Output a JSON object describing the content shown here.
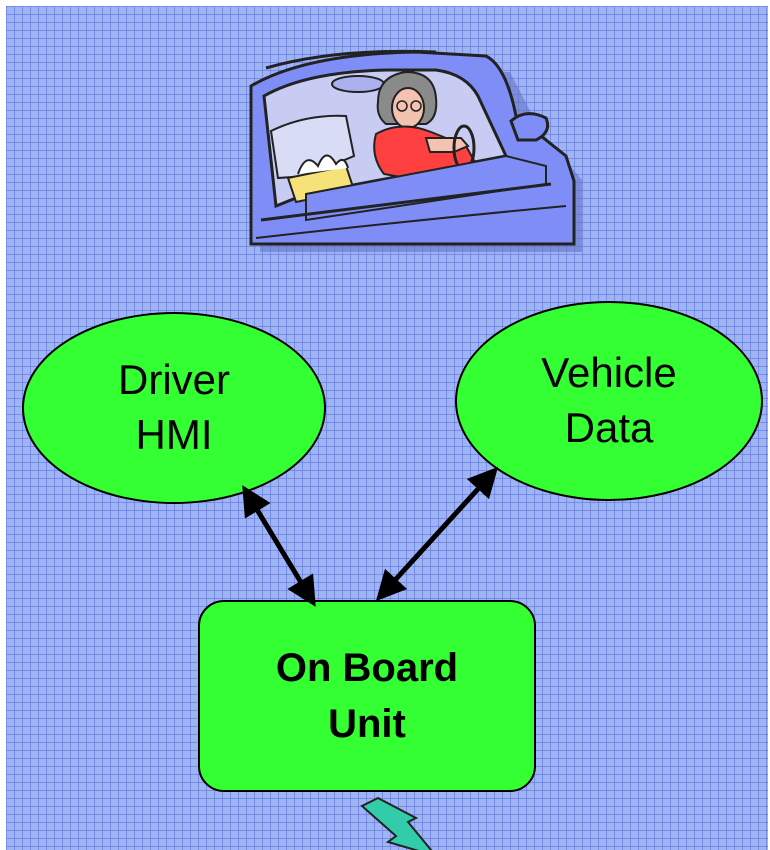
{
  "nodes": {
    "driver_hmi": {
      "label": "Driver\nHMI"
    },
    "vehicle_data": {
      "label": "Vehicle\nData"
    },
    "on_board_unit": {
      "label": "On Board\nUnit"
    }
  },
  "illustration": {
    "icon": "driver-in-car-icon"
  },
  "links": [
    {
      "from": "Driver HMI",
      "to": "On Board Unit",
      "direction": "bidirectional"
    },
    {
      "from": "Vehicle Data",
      "to": "On Board Unit",
      "direction": "bidirectional"
    }
  ],
  "colors": {
    "background": "#9fb4f5",
    "grid": "#5a6edc",
    "node_fill": "#33ff33",
    "car_body": "#7f8ef7",
    "lightning": "#33ccaa"
  }
}
